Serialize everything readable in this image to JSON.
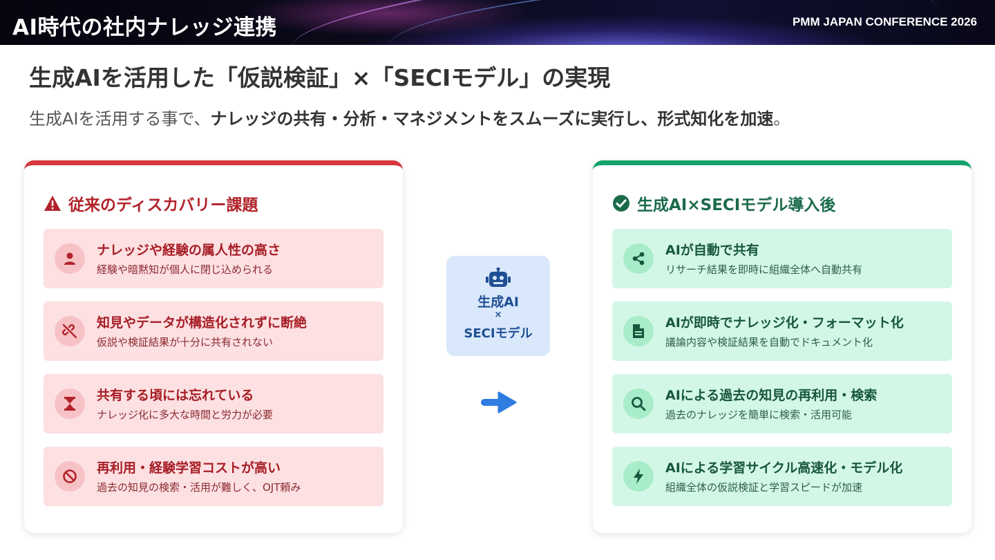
{
  "header": {
    "title": "AI時代の社内ナレッジ連携",
    "conference": "PMM JAPAN CONFERENCE 2026"
  },
  "heading": "生成AIを活用した「仮説検証」×「SECIモデル」の実現",
  "subline": {
    "plain": "生成AIを活用する事で、",
    "bold": "ナレッジの共有・分析・マネジメントをスムーズに実行し、形式知化を加速",
    "end": "。"
  },
  "left_panel": {
    "title": "従来のディスカバリー課題",
    "title_icon": "warning-icon",
    "items": [
      {
        "icon": "user-icon",
        "title": "ナレッジや経験の属人性の高さ",
        "desc": "経験や暗黙知が個人に閉じ込められる"
      },
      {
        "icon": "broken-link-icon",
        "title": "知見やデータが構造化されずに断絶",
        "desc": "仮説や検証結果が十分に共有されない"
      },
      {
        "icon": "hourglass-icon",
        "title": "共有する頃には忘れている",
        "desc": "ナレッジ化に多大な時間と労力が必要"
      },
      {
        "icon": "ban-icon",
        "title": "再利用・経験学習コストが高い",
        "desc": "過去の知見の検索・活用が難しく、OJT頼み"
      }
    ],
    "accent": "#d9363e"
  },
  "center": {
    "icon": "robot-icon",
    "line1": "生成AI",
    "line2": "×",
    "line3": "SECIモデル",
    "arrow_icon": "arrow-right-icon"
  },
  "right_panel": {
    "title": "生成AI×SECIモデル導入後",
    "title_icon": "check-circle-icon",
    "items": [
      {
        "icon": "share-icon",
        "title": "AIが自動で共有",
        "desc": "リサーチ結果を即時に組織全体へ自動共有"
      },
      {
        "icon": "document-icon",
        "title": "AIが即時でナレッジ化・フォーマット化",
        "desc": "議論内容や検証結果を自動でドキュメント化"
      },
      {
        "icon": "search-icon",
        "title": "AIによる過去の知見の再利用・検索",
        "desc": "過去のナレッジを簡単に検索・活用可能"
      },
      {
        "icon": "bolt-icon",
        "title": "AIによる学習サイクル高速化・モデル化",
        "desc": "組織全体の仮説検証と学習スピードが加速"
      }
    ],
    "accent": "#16a36b"
  }
}
